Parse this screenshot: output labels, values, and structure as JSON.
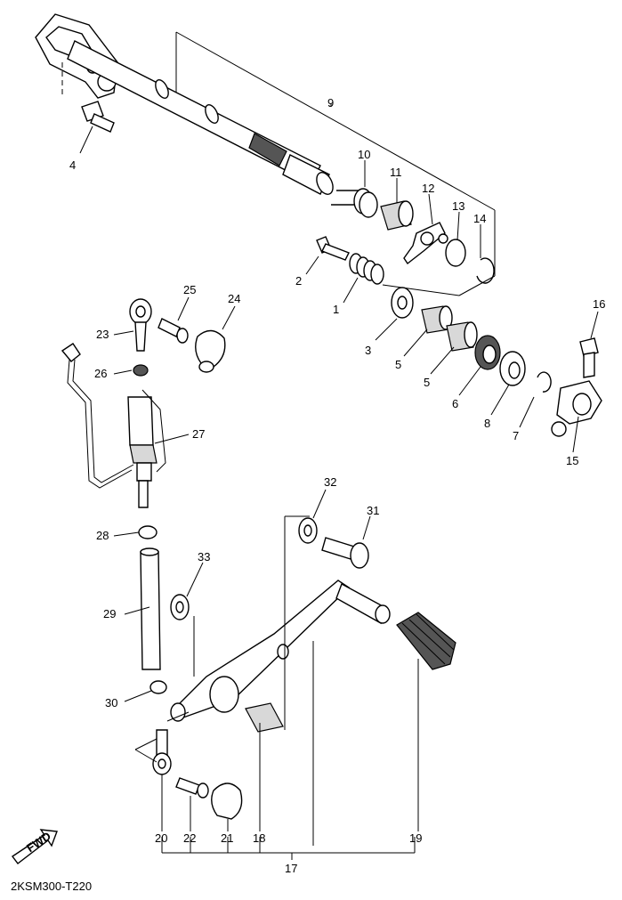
{
  "diagram": {
    "code": "2KSM300-T220",
    "fwd_label": "FWD",
    "callouts": {
      "c1": "1",
      "c2": "2",
      "c3": "3",
      "c4": "4",
      "c5a": "5",
      "c5b": "5",
      "c6": "6",
      "c7": "7",
      "c8": "8",
      "c9": "9",
      "c10": "10",
      "c11": "11",
      "c12": "12",
      "c13": "13",
      "c14": "14",
      "c15": "15",
      "c16": "16",
      "c17": "17",
      "c18": "18",
      "c19": "19",
      "c20": "20",
      "c21": "21",
      "c22": "22",
      "c23": "23",
      "c24": "24",
      "c25": "25",
      "c26": "26",
      "c27": "27",
      "c28": "28",
      "c29": "29",
      "c30": "30",
      "c31": "31",
      "c32": "32",
      "c33": "33"
    }
  }
}
